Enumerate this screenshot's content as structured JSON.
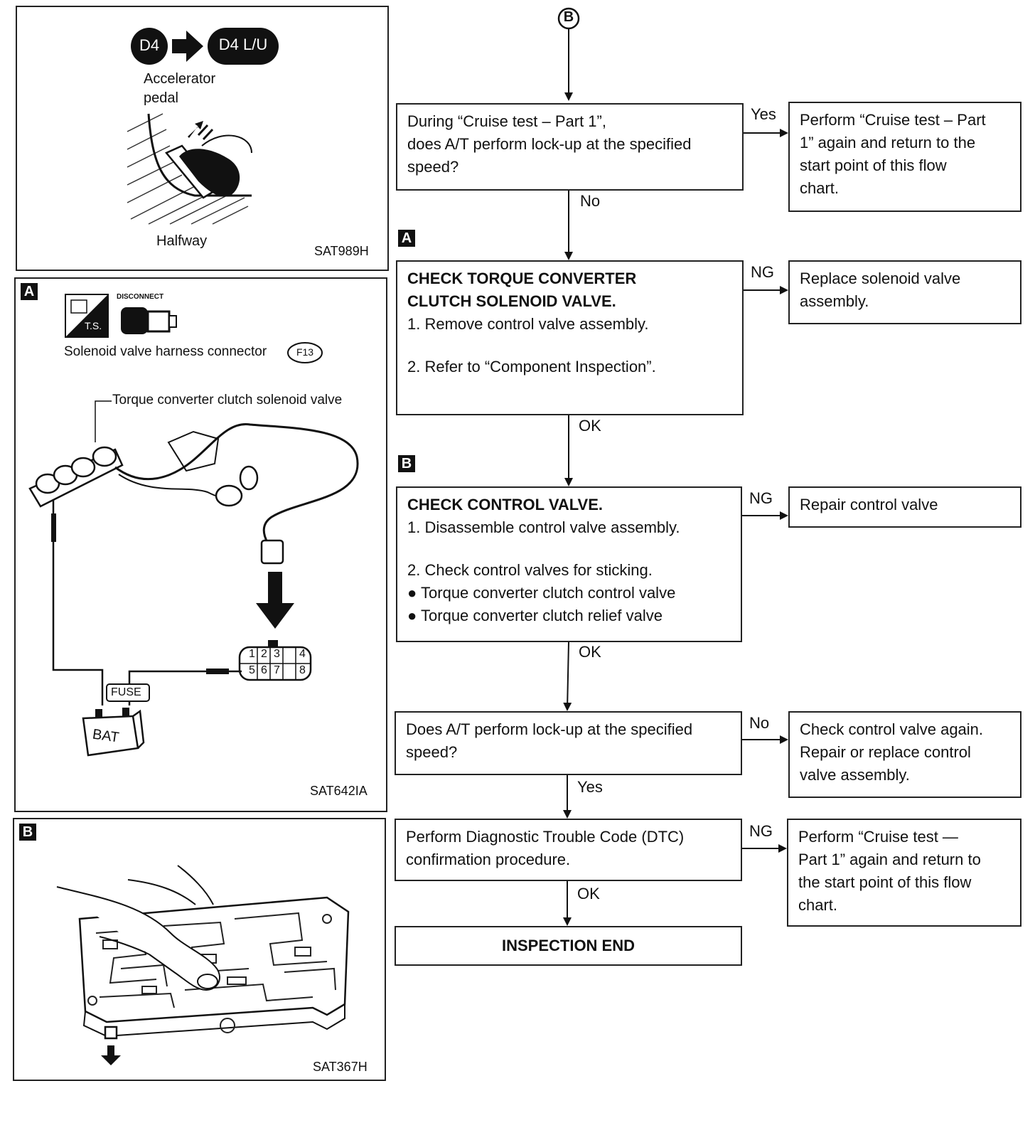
{
  "panel1": {
    "d4": "D4",
    "d4lu": "D4 L/U",
    "accelerator": "Accelerator",
    "pedal": "pedal",
    "halfway": "Halfway",
    "code": "SAT989H"
  },
  "panelA": {
    "tag": "A",
    "ts": "T.S.",
    "disconnect": "DISCONNECT",
    "connector_label": "Solenoid valve harness connector",
    "connector_id": "F13",
    "valve_label": "Torque converter clutch solenoid valve",
    "pins": [
      "1",
      "2",
      "3",
      "4",
      "5",
      "6",
      "7",
      "8"
    ],
    "fuse": "FUSE",
    "bat": "BAT",
    "code": "SAT642IA"
  },
  "panelB": {
    "tag": "B",
    "code": "SAT367H"
  },
  "flow": {
    "start": "B",
    "q1": {
      "lines": [
        "During “Cruise test – Part 1”,",
        "does A/T perform lock-up at the specified",
        "speed?"
      ],
      "yes": "Yes",
      "no": "No"
    },
    "r1": [
      "Perform “Cruise test – Part",
      "1” again and return to the",
      "start point of this flow",
      "chart."
    ],
    "tagA": "A",
    "check1": {
      "title1": "CHECK TORQUE CONVERTER",
      "title2": "CLUTCH SOLENOID VALVE.",
      "step1": "1. Remove control valve assembly.",
      "step2": "2. Refer to “Component Inspection”.",
      "ng": "NG",
      "ok": "OK"
    },
    "r2": [
      "Replace solenoid valve",
      "assembly."
    ],
    "tagB": "B",
    "check2": {
      "title": "CHECK CONTROL VALVE.",
      "step1": "1. Disassemble control valve assembly.",
      "step2": "2. Check control valves for sticking.",
      "bullet1": "Torque converter clutch control valve",
      "bullet2": "Torque converter clutch relief valve",
      "ng": "NG",
      "ok": "OK"
    },
    "r3": "Repair control valve",
    "q2": {
      "lines": [
        "Does A/T perform lock-up at the specified",
        "speed?"
      ],
      "no": "No",
      "yes": "Yes"
    },
    "r4": [
      "Check control valve again.",
      "Repair or replace control",
      "valve assembly."
    ],
    "q3": {
      "lines": [
        "Perform Diagnostic Trouble Code (DTC)",
        "confirmation procedure."
      ],
      "ng": "NG",
      "ok": "OK"
    },
    "r5": [
      "Perform “Cruise test —",
      "Part 1” again and return to",
      "the start point of this flow",
      "chart."
    ],
    "end": "INSPECTION END"
  }
}
